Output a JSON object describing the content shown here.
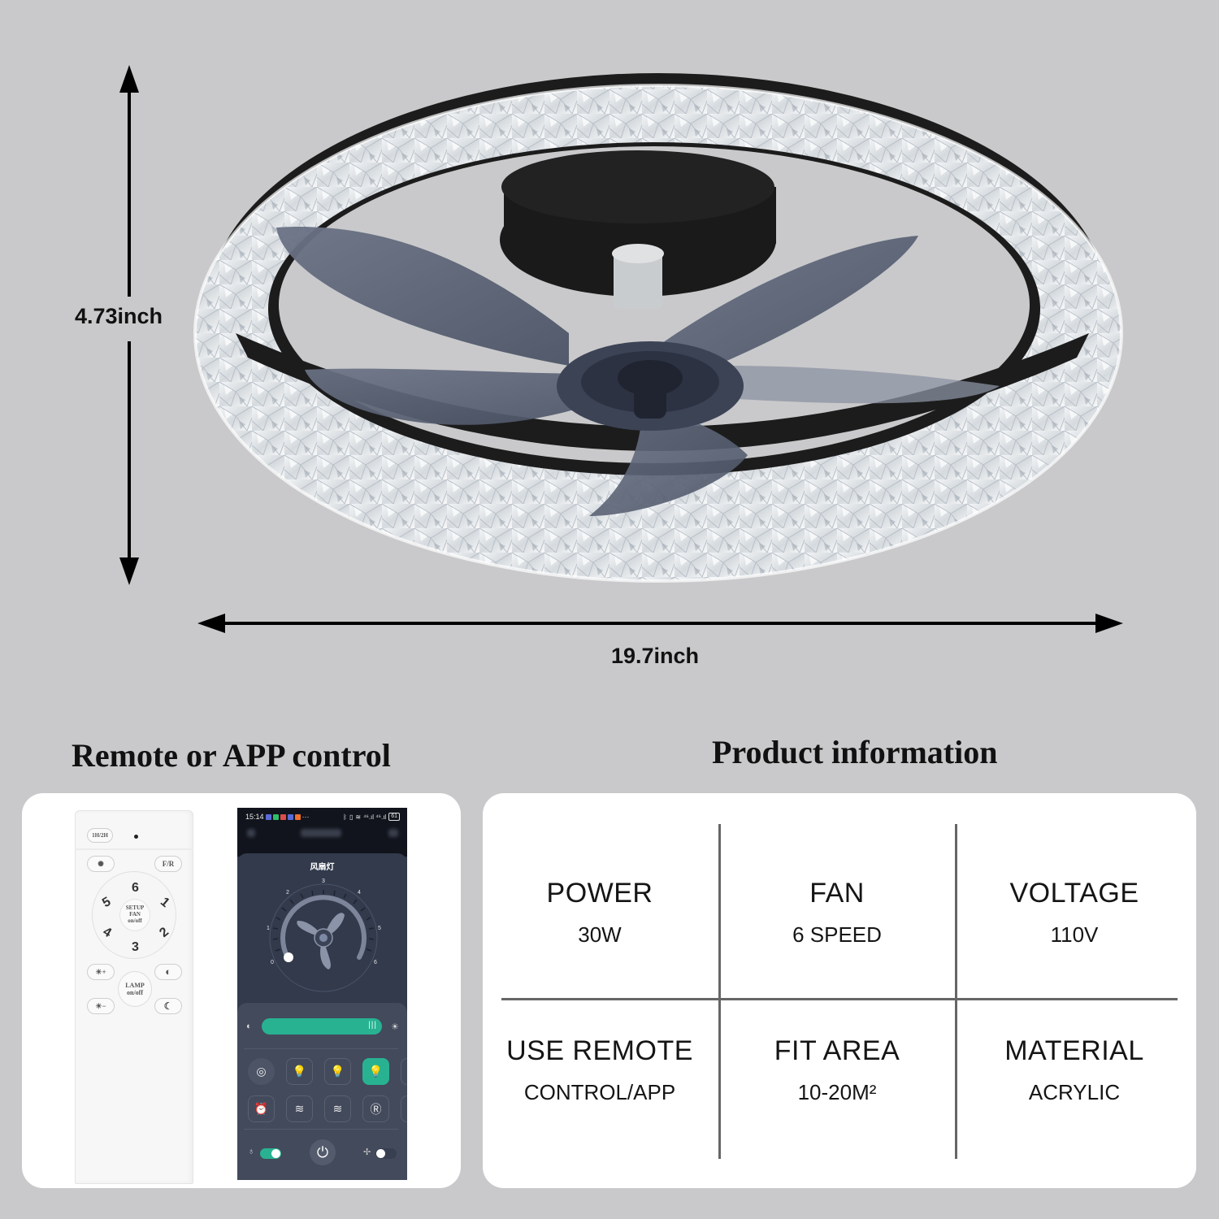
{
  "dimensions": {
    "height_label": "4.73inch",
    "width_label": "19.7inch"
  },
  "product_image": {
    "subject": "ceiling-fan-with-crystal-acrylic-ring-light",
    "blade_count": 5,
    "colors": {
      "background": "#c9c9cb",
      "ring_frame": "#1c1c1c",
      "blades": "#5a6275",
      "crystal": "#e9ecef"
    }
  },
  "sections": {
    "remote_heading": "Remote or APP control",
    "product_heading": "Product information"
  },
  "remote": {
    "buttons": {
      "timer": "1H/2H",
      "fan_icon": "fan-icon",
      "forward_reverse": "F/R",
      "speed_top": "6",
      "speed_bottom": "3",
      "speed_left_top": "5",
      "speed_left_bottom": "4",
      "speed_right_top": "1",
      "speed_right_bottom": "2",
      "center_line1": "SETUP",
      "center_line2": "FAN",
      "center_line3": "on/off",
      "brightness_up": "☀+",
      "brightness_down": "☀−",
      "color_temp_icon": "color-temp-icon",
      "night_icon": "moon-icon",
      "lamp_line1": "LAMP",
      "lamp_line2": "on/off"
    }
  },
  "app": {
    "status_bar": {
      "time": "15:14",
      "more": "···",
      "signal": "⁴⁶.ıl ⁴⁶.ıl",
      "battery": "61"
    },
    "panel_title": "风扇灯",
    "dial": {
      "ticks": [
        "0",
        "1",
        "2",
        "3",
        "4",
        "5",
        "6"
      ],
      "current_speed": 0
    },
    "brightness_slider": {
      "value_percent": 100,
      "grip": "|||"
    },
    "tiles_row1": [
      {
        "name": "remote-pair-icon",
        "glyph": "◎",
        "active": false,
        "round": true
      },
      {
        "name": "warm-light-icon",
        "glyph": "W",
        "active": false
      },
      {
        "name": "yellow-light-icon",
        "glyph": "Y",
        "active": false
      },
      {
        "name": "neutral-light-icon",
        "glyph": "N",
        "active": true
      }
    ],
    "tiles_row2": [
      {
        "name": "alarm-timer-icon",
        "glyph": "⏰",
        "active": false
      },
      {
        "name": "natural-wind-icon",
        "glyph": "≋",
        "active": false
      },
      {
        "name": "breeze-wind-icon",
        "glyph": "≋",
        "active": false
      },
      {
        "name": "reverse-icon",
        "glyph": "Ⓡ",
        "active": false
      }
    ],
    "light_toggle": {
      "on": true,
      "icon": "bulb-icon"
    },
    "power_button": {
      "glyph": "⏻"
    },
    "fan_toggle": {
      "on": false,
      "icon": "fan-icon"
    },
    "accent_color": "#28b292"
  },
  "specs": [
    {
      "label": "POWER",
      "value": "30W"
    },
    {
      "label": "FAN",
      "value": "6 SPEED"
    },
    {
      "label": "VOLTAGE",
      "value": "110V"
    },
    {
      "label": "USE REMOTE",
      "value": "CONTROL/APP"
    },
    {
      "label": "FIT AREA",
      "value": "10-20M²"
    },
    {
      "label": "MATERIAL",
      "value": "ACRYLIC"
    }
  ]
}
